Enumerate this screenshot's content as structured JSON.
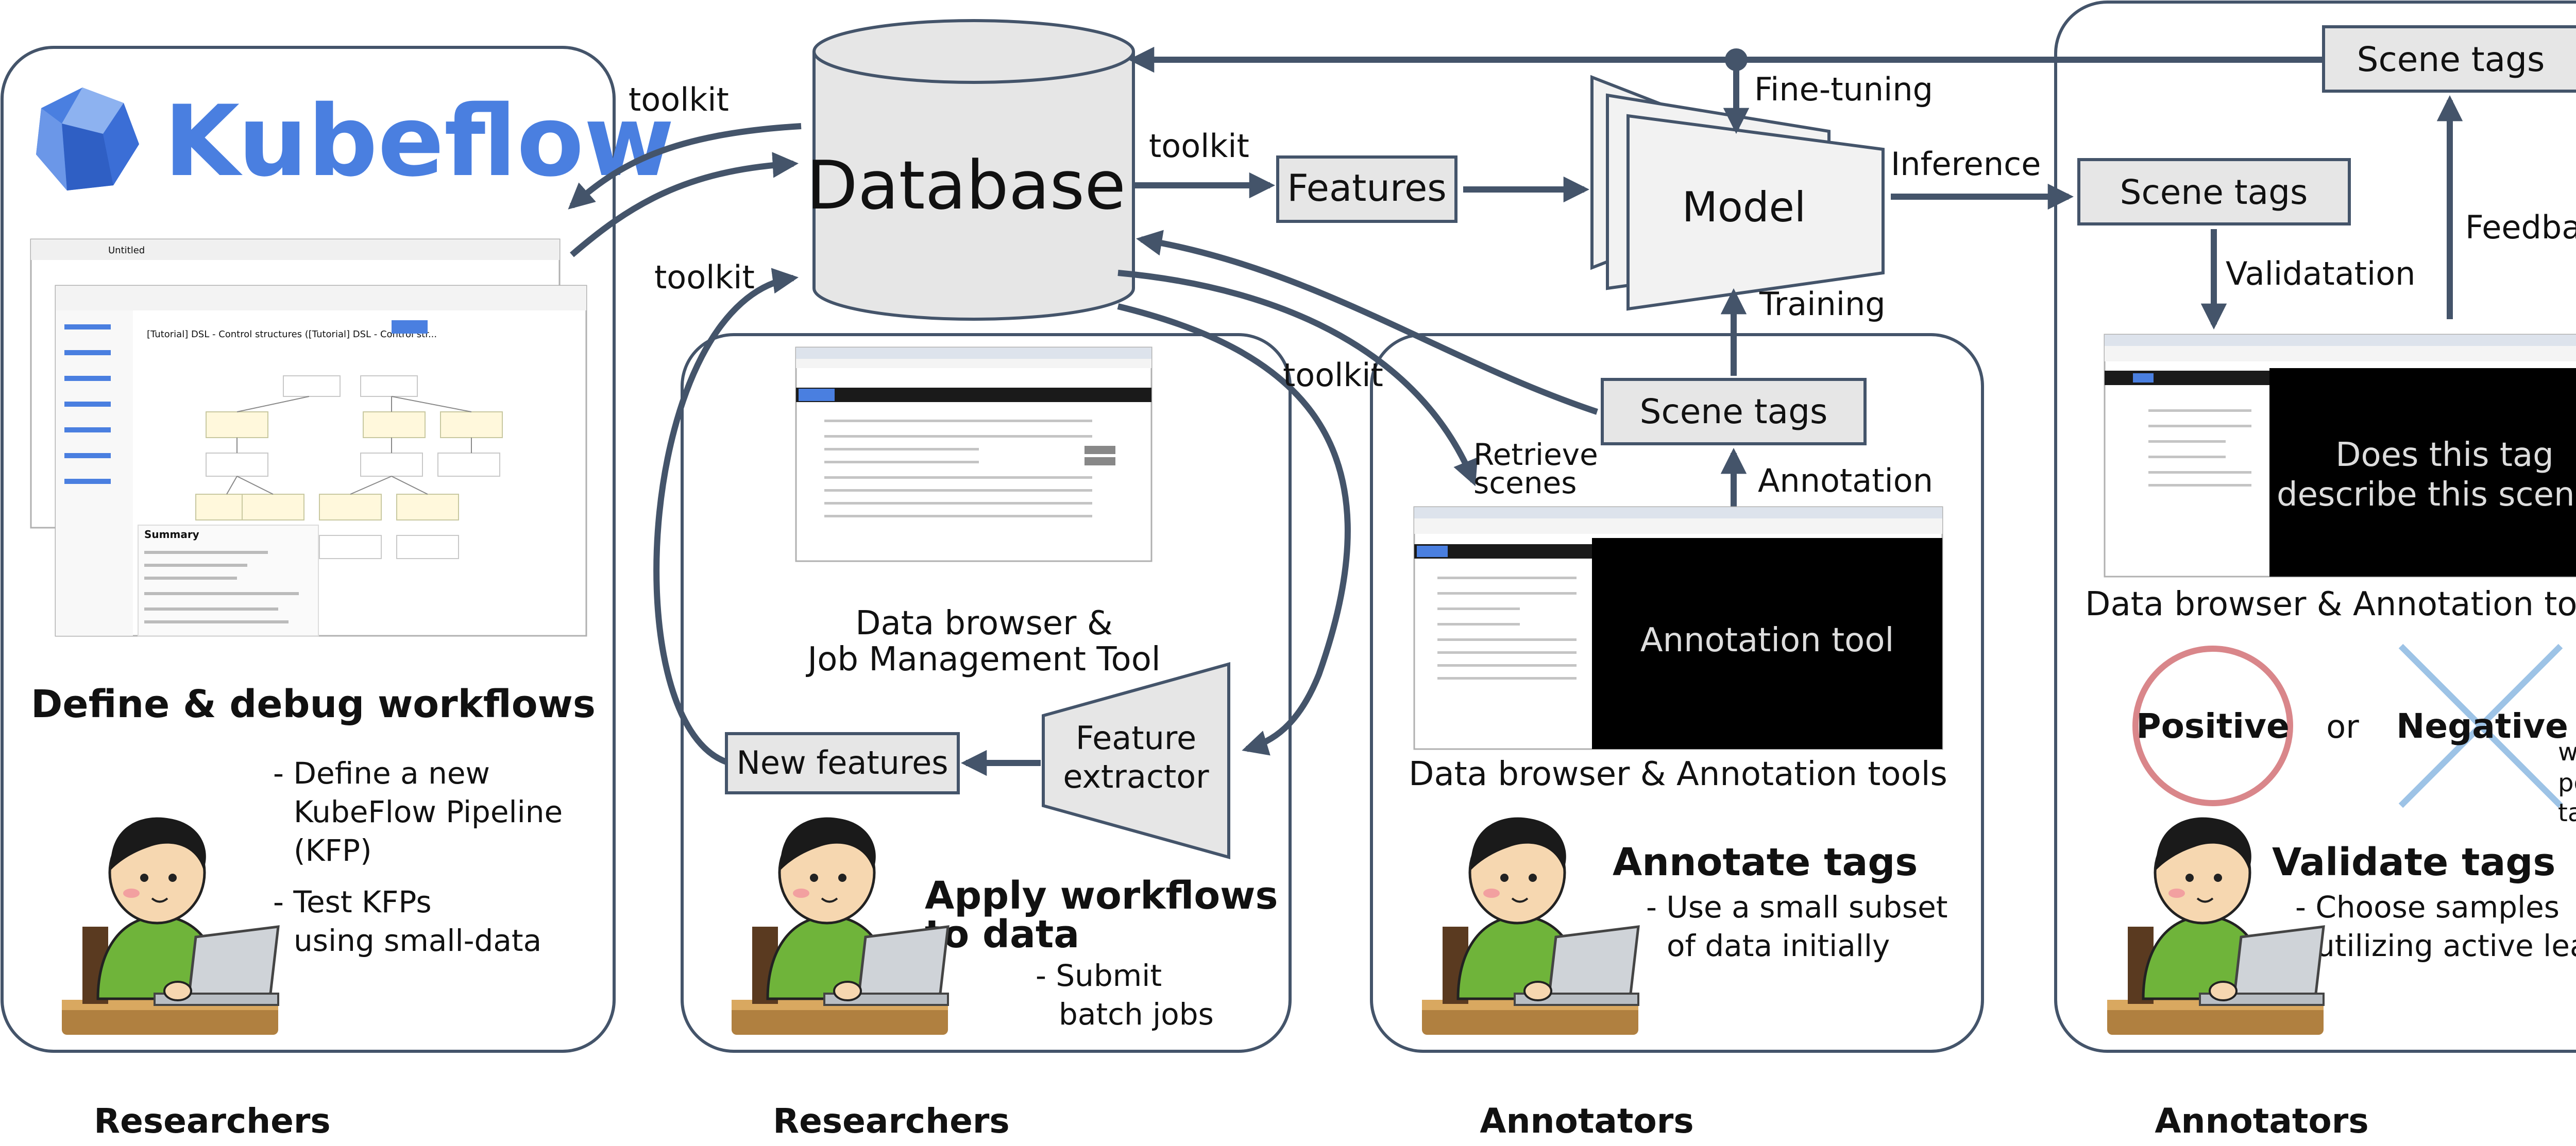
{
  "panels": {
    "kfp": {
      "logo_text": "Kubeflow",
      "title": "Define & debug workflows",
      "bullets": [
        "- Define a new",
        "KubeFlow Pipeline",
        "(KFP)",
        "- Test KFPs",
        "using small-data"
      ],
      "person_label": "Researchers"
    },
    "apply": {
      "tool_label_line1": "Data browser &",
      "tool_label_line2": "Job Management Tool",
      "new_features": "New features",
      "extractor_line1": "Feature",
      "extractor_line2": "extractor",
      "title_line1": "Apply workflows",
      "title_line2": "to data",
      "bullets": [
        "- Submit",
        "batch jobs"
      ],
      "person_label": "Researchers"
    },
    "annotate": {
      "scene_tags": "Scene tags",
      "annotation_label": "Annotation",
      "retrieve_line1": "Retrieve",
      "retrieve_line2": "scenes",
      "screen_text": "Annotation tool",
      "tool_label": "Data browser & Annotation tools",
      "title": "Annotate tags",
      "bullets": [
        "- Use a small subset",
        "of data initially"
      ],
      "person_label": "Annotators"
    },
    "validate": {
      "scene_tags_top": "Scene tags",
      "scene_tags_mid": "Scene tags",
      "feedback": "Feedback",
      "validation": "Validatation",
      "screen_line1": "Does this tag",
      "screen_line2": "describe this scene?",
      "tool_label": "Data browser & Annotation tools",
      "positive": "Positive",
      "or": "or",
      "negative": "Negative",
      "note_line1": "with a",
      "note_line2": "positiive",
      "note_line3": "tag",
      "title": "Validate tags",
      "bullets": [
        "- Choose samples",
        "utilizing active learning"
      ],
      "person_label": "Annotators"
    }
  },
  "center": {
    "database": "Database",
    "features": "Features",
    "model": "Model",
    "fine_tuning": "Fine-tuning",
    "training": "Training",
    "inference": "Inference",
    "toolkit_labels": [
      "toolkit",
      "toolkit",
      "toolkit",
      "toolkit"
    ]
  },
  "screenshot_text": {
    "kfp_breadcrumb": "[Tutorial] DSL - Control structures ([Tutorial] DSL - Control str...",
    "kfp_summary": "Summary",
    "jupyter_title": "Untitled"
  },
  "colors": {
    "arrow": "#44546a",
    "box_fill": "#e6e6e6",
    "positive_circle": "#d9868a",
    "negative_cross": "#9dc3e6",
    "kubeflow_blue": "#4a7fe0",
    "kubeflow_gray": "#545454"
  }
}
